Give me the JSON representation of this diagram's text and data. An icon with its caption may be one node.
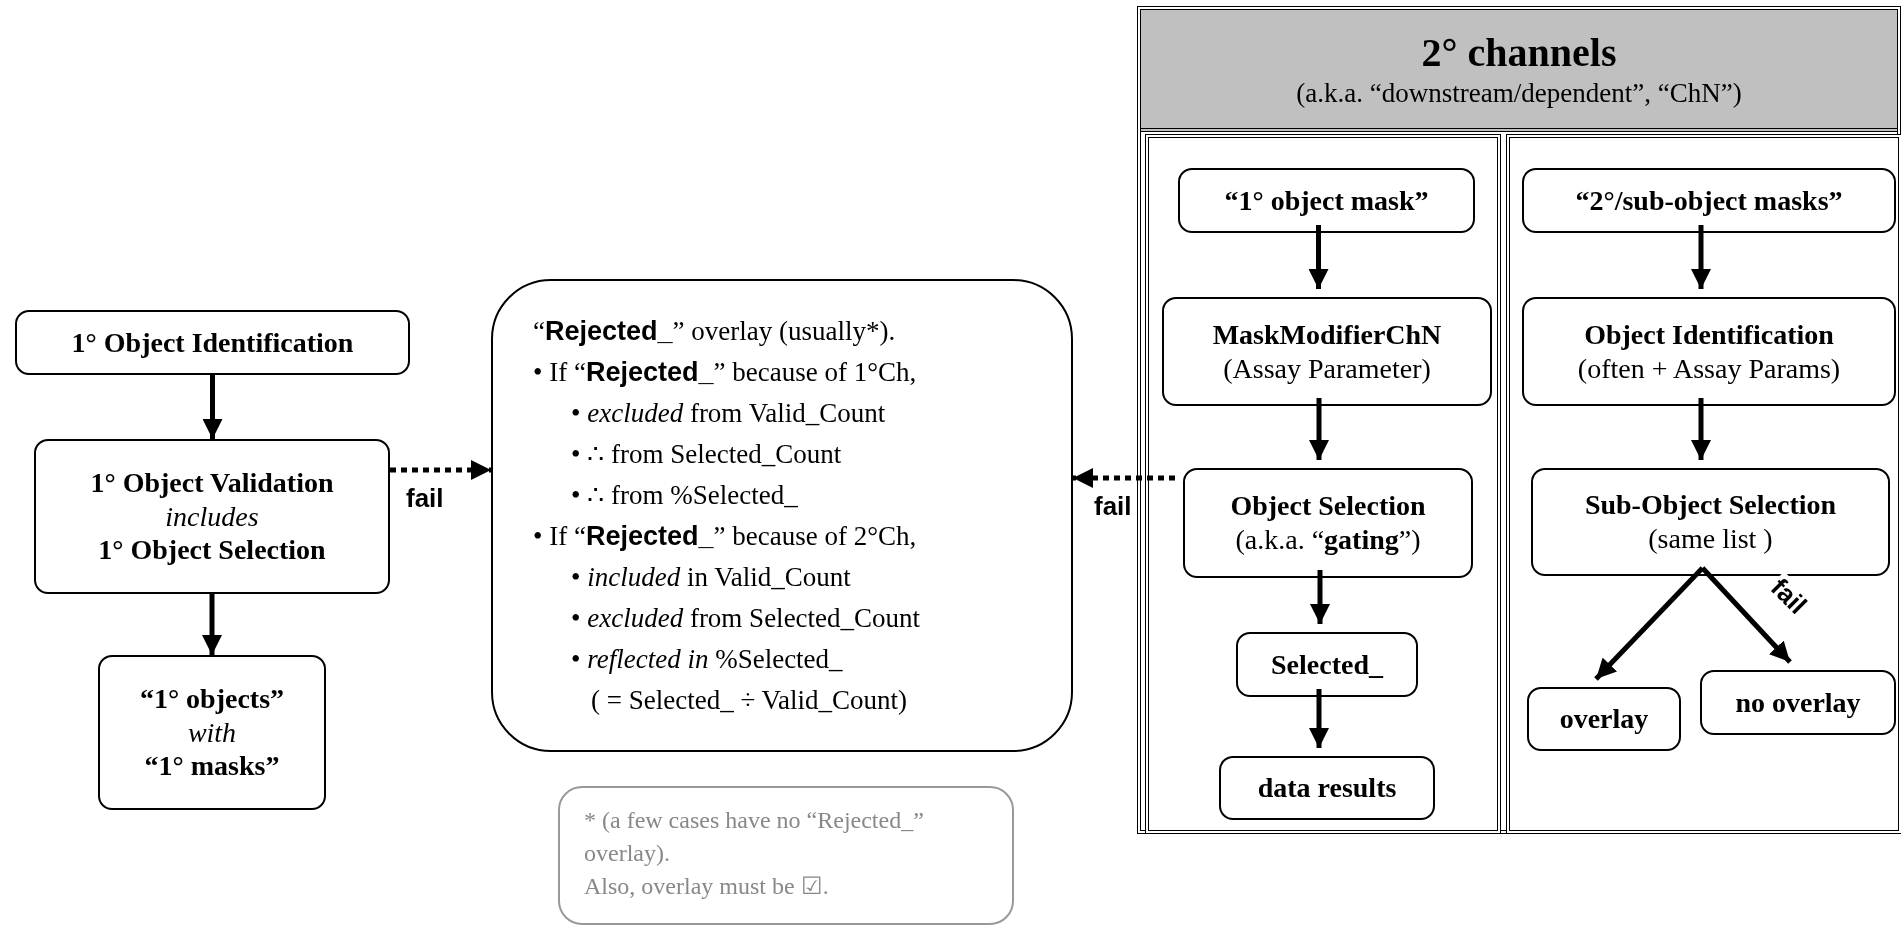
{
  "diagram": {
    "nodes": [
      {
        "text": [
          "1° Object Identification"
        ]
      },
      {
        "text": [
          "1° Object Validation",
          "includes",
          "1° Object Selection"
        ]
      },
      {
        "text": [
          "“1° objects”",
          "with",
          "“1° masks”"
        ]
      },
      {
        "text": [
          "“**Rejected_**” overlay (usually*).",
          "• If “**Rejected_**” because of 1°Ch,",
          "• *excluded* from Valid_Count",
          "• ∴ from Selected_Count",
          "• ∴ from %Selected_",
          "• If “**Rejected_**” because of 2°Ch,",
          "• *included* in Valid_Count",
          "• *excluded* from Selected_Count",
          "• *reflected in* %Selected_",
          "( = Selected_ ÷ Valid_Count)"
        ]
      },
      {
        "text": [
          "* (a few cases have no “Rejected_” overlay).",
          "Also, overlay must be ☑."
        ]
      },
      {
        "text": [
          "2° channels",
          "(a.k.a. “downstream/dependent”,  “ChN”)"
        ]
      },
      {
        "text": [],
        "shape": "box",
        "in": 5
      },
      {
        "text": [],
        "shape": "box",
        "in": 5
      },
      {
        "text": [
          "“1° object mask”"
        ],
        "in": 6
      },
      {
        "text": [
          "MaskModifierChN",
          "(Assay Parameter)"
        ],
        "in": 6
      },
      {
        "text": [
          "Object Selection",
          "(a.k.a. “**gating**”)"
        ],
        "in": 6
      },
      {
        "text": [
          "Selected_"
        ],
        "in": 6
      },
      {
        "text": [
          "data results"
        ],
        "in": 6
      },
      {
        "text": [
          "“2°/sub-object masks”"
        ],
        "in": 7
      },
      {
        "text": [
          "Object Identification",
          "(often + Assay Params)"
        ],
        "in": 7
      },
      {
        "text": [
          "Sub-Object Selection",
          "(same list )"
        ],
        "in": 7
      },
      {
        "text": [
          "overlay"
        ],
        "in": 7
      },
      {
        "text": [
          "no overlay"
        ],
        "in": 7
      }
    ],
    "edges": [
      {
        "from": 0,
        "to": 1,
        "arrow": "to"
      },
      {
        "from": 1,
        "to": 2,
        "arrow": "to"
      },
      {
        "from": 1,
        "to": 3,
        "arrow": "to",
        "style": "dashed",
        "label": "fail"
      },
      {
        "from": 10,
        "to": 3,
        "arrow": "to",
        "style": "dashed",
        "label": "fail"
      },
      {
        "from": 8,
        "to": 9,
        "arrow": "to"
      },
      {
        "from": 9,
        "to": 10,
        "arrow": "to"
      },
      {
        "from": 10,
        "to": 11,
        "arrow": "to"
      },
      {
        "from": 11,
        "to": 12,
        "arrow": "to"
      },
      {
        "from": 13,
        "to": 14,
        "arrow": "to"
      },
      {
        "from": 14,
        "to": 15,
        "arrow": "to"
      },
      {
        "from": 15,
        "to": 16,
        "arrow": "to"
      },
      {
        "from": 15,
        "to": 17,
        "arrow": "to",
        "label": "fail"
      }
    ]
  }
}
